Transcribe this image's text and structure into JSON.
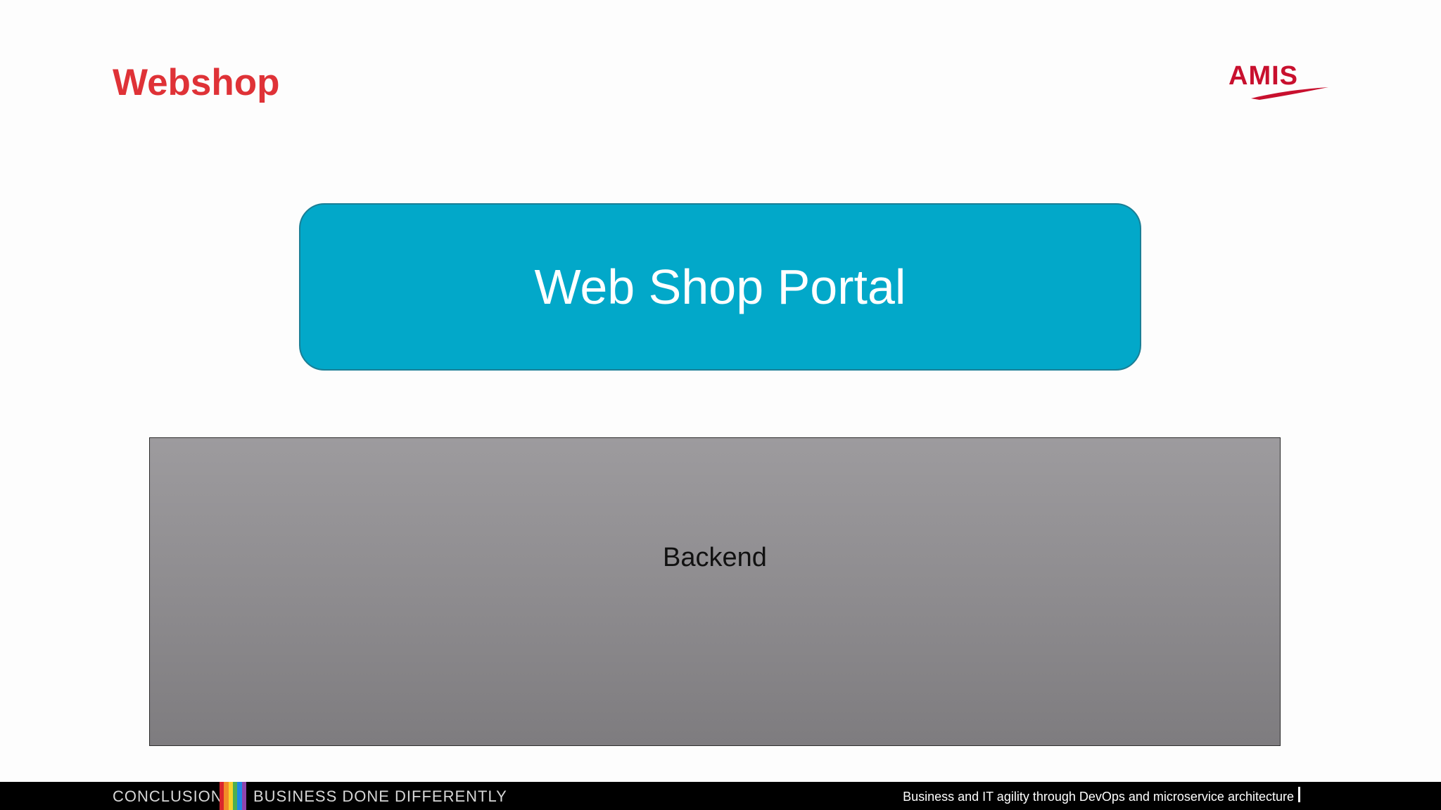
{
  "slide": {
    "title": "Webshop",
    "logo_text": "AMIS",
    "portal_label": "Web Shop Portal",
    "backend_label": "Backend"
  },
  "footer": {
    "section": "CONCLUSION",
    "tagline": "BUSINESS DONE DIFFERENTLY",
    "subtitle": "Business and IT agility through DevOps and microservice architecture",
    "stripe_colors": [
      "#d9262c",
      "#f28c28",
      "#f6d32d",
      "#4caf50",
      "#1e88e5",
      "#8e44ad"
    ]
  },
  "colors": {
    "title": "#df3237",
    "portal_fill": "#02a8c9",
    "backend_fill": "#8e8c8f",
    "footer_bg": "#000000",
    "logo": "#c8102e"
  }
}
